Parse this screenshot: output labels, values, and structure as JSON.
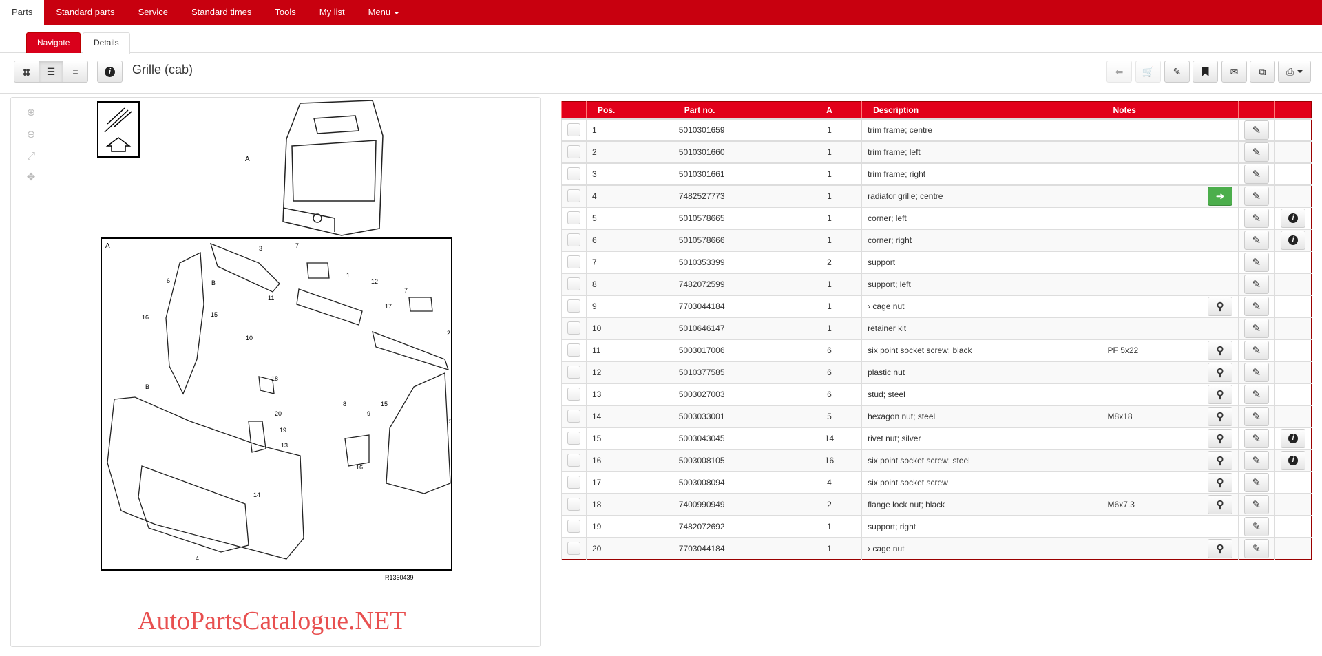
{
  "topnav": {
    "items": [
      "Parts",
      "Standard parts",
      "Service",
      "Standard times",
      "Tools",
      "My list",
      "Menu"
    ]
  },
  "tabs": {
    "navigate": "Navigate",
    "details": "Details"
  },
  "page": {
    "title": "Grille (cab)"
  },
  "diagram": {
    "view_label": "A",
    "reference": "R1360439",
    "callouts": [
      "1",
      "2",
      "3",
      "4",
      "5",
      "6",
      "7",
      "7",
      "8",
      "9",
      "10",
      "11",
      "12",
      "13",
      "14",
      "15",
      "15",
      "16",
      "16",
      "17",
      "18",
      "19",
      "20",
      "B",
      "B"
    ]
  },
  "table": {
    "headers": {
      "pos": "Pos.",
      "part": "Part no.",
      "a": "A",
      "desc": "Description",
      "notes": "Notes"
    },
    "rows": [
      {
        "pos": "1",
        "part": "5010301659",
        "a": "1",
        "desc": "trim frame; centre",
        "notes": "",
        "arrow": false,
        "screw": false,
        "info": false
      },
      {
        "pos": "2",
        "part": "5010301660",
        "a": "1",
        "desc": "trim frame; left",
        "notes": "",
        "arrow": false,
        "screw": false,
        "info": false
      },
      {
        "pos": "3",
        "part": "5010301661",
        "a": "1",
        "desc": "trim frame; right",
        "notes": "",
        "arrow": false,
        "screw": false,
        "info": false
      },
      {
        "pos": "4",
        "part": "7482527773",
        "a": "1",
        "desc": "radiator grille; centre",
        "notes": "",
        "arrow": true,
        "screw": false,
        "info": false
      },
      {
        "pos": "5",
        "part": "5010578665",
        "a": "1",
        "desc": "corner; left",
        "notes": "",
        "arrow": false,
        "screw": false,
        "info": true
      },
      {
        "pos": "6",
        "part": "5010578666",
        "a": "1",
        "desc": "corner; right",
        "notes": "",
        "arrow": false,
        "screw": false,
        "info": true
      },
      {
        "pos": "7",
        "part": "5010353399",
        "a": "2",
        "desc": "support",
        "notes": "",
        "arrow": false,
        "screw": false,
        "info": false
      },
      {
        "pos": "8",
        "part": "7482072599",
        "a": "1",
        "desc": "support; left",
        "notes": "",
        "arrow": false,
        "screw": false,
        "info": false
      },
      {
        "pos": "9",
        "part": "7703044184",
        "a": "1",
        "desc": "› cage nut",
        "notes": "",
        "arrow": false,
        "screw": true,
        "info": false
      },
      {
        "pos": "10",
        "part": "5010646147",
        "a": "1",
        "desc": "retainer kit",
        "notes": "",
        "arrow": false,
        "screw": false,
        "info": false
      },
      {
        "pos": "11",
        "part": "5003017006",
        "a": "6",
        "desc": "six point socket screw; black",
        "notes": "PF 5x22",
        "arrow": false,
        "screw": true,
        "info": false
      },
      {
        "pos": "12",
        "part": "5010377585",
        "a": "6",
        "desc": "plastic nut",
        "notes": "",
        "arrow": false,
        "screw": true,
        "info": false
      },
      {
        "pos": "13",
        "part": "5003027003",
        "a": "6",
        "desc": "stud; steel",
        "notes": "",
        "arrow": false,
        "screw": true,
        "info": false
      },
      {
        "pos": "14",
        "part": "5003033001",
        "a": "5",
        "desc": "hexagon nut; steel",
        "notes": "M8x18",
        "arrow": false,
        "screw": true,
        "info": false
      },
      {
        "pos": "15",
        "part": "5003043045",
        "a": "14",
        "desc": "rivet nut; silver",
        "notes": "",
        "arrow": false,
        "screw": true,
        "info": true
      },
      {
        "pos": "16",
        "part": "5003008105",
        "a": "16",
        "desc": "six point socket screw; steel",
        "notes": "",
        "arrow": false,
        "screw": true,
        "info": true
      },
      {
        "pos": "17",
        "part": "5003008094",
        "a": "4",
        "desc": "six point socket screw",
        "notes": "",
        "arrow": false,
        "screw": true,
        "info": false
      },
      {
        "pos": "18",
        "part": "7400990949",
        "a": "2",
        "desc": "flange lock nut; black",
        "notes": "M6x7.3",
        "arrow": false,
        "screw": true,
        "info": false
      },
      {
        "pos": "19",
        "part": "7482072692",
        "a": "1",
        "desc": "support; right",
        "notes": "",
        "arrow": false,
        "screw": false,
        "info": false
      },
      {
        "pos": "20",
        "part": "7703044184",
        "a": "1",
        "desc": "› cage nut",
        "notes": "",
        "arrow": false,
        "screw": true,
        "info": false
      }
    ]
  },
  "watermark": "AutoPartsCatalogue.NET",
  "colors": {
    "brand": "#c8000f",
    "header": "#e2001a",
    "green": "#4cae4c"
  }
}
